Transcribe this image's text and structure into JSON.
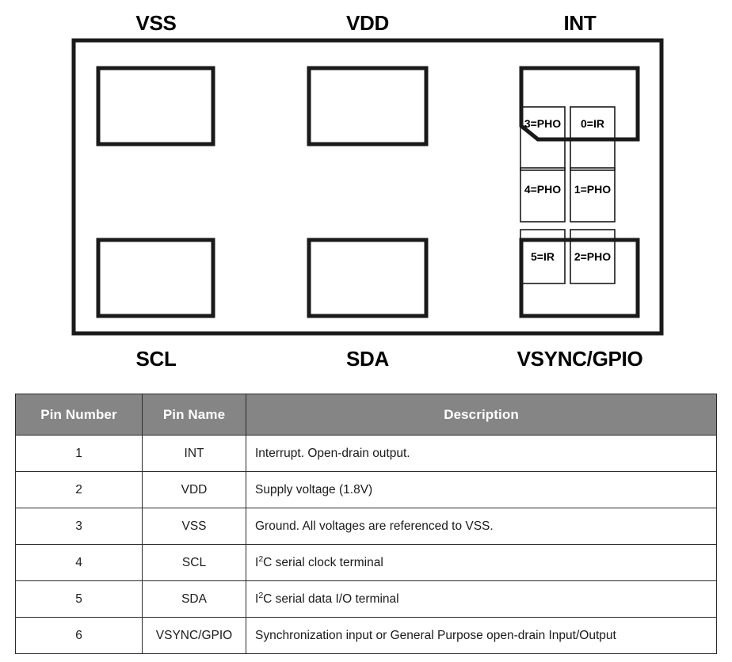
{
  "diagram": {
    "title_labels_top": [
      "VSS",
      "VDD",
      "INT"
    ],
    "title_labels_bottom": [
      "SCL",
      "SDA",
      "VSYNC/GPIO"
    ],
    "package_outline": {
      "label": "package-outline"
    },
    "pads": [
      {
        "name": "pad-vss-top-left",
        "label": ""
      },
      {
        "name": "pad-vdd-top-middle",
        "label": ""
      },
      {
        "name": "pad-int-top-right",
        "label": ""
      },
      {
        "name": "pad-scl-bottom-left",
        "label": ""
      },
      {
        "name": "pad-sda-bottom-middle",
        "label": ""
      },
      {
        "name": "pad-vsync-bottom-right",
        "label": ""
      }
    ],
    "zone_cells": [
      {
        "id": "cell-3",
        "label": "3=PHO"
      },
      {
        "id": "cell-0",
        "label": "0=IR"
      },
      {
        "id": "cell-4",
        "label": "4=PHO"
      },
      {
        "id": "cell-1",
        "label": "1=PHO"
      },
      {
        "id": "cell-5",
        "label": "5=IR"
      },
      {
        "id": "cell-2",
        "label": "2=PHO"
      }
    ]
  },
  "pin_table": {
    "headers": [
      "Pin Number",
      "Pin Name",
      "Description"
    ],
    "rows": [
      {
        "number": "1",
        "name": "INT",
        "description": "Interrupt. Open-drain output.",
        "desc_prefix": "",
        "desc_sup": "",
        "desc_suffix": "Interrupt. Open-drain output."
      },
      {
        "number": "2",
        "name": "VDD",
        "description": "Supply voltage (1.8V)",
        "desc_prefix": "",
        "desc_sup": "",
        "desc_suffix": "Supply voltage (1.8V)"
      },
      {
        "number": "3",
        "name": "VSS",
        "description": "Ground. All voltages are referenced to VSS.",
        "desc_prefix": "",
        "desc_sup": "",
        "desc_suffix": "Ground. All voltages are referenced to VSS."
      },
      {
        "number": "4",
        "name": "SCL",
        "description": "I2C serial clock terminal",
        "desc_prefix": "I",
        "desc_sup": "2",
        "desc_suffix": "C serial clock terminal"
      },
      {
        "number": "5",
        "name": "SDA",
        "description": "I2C serial data I/O terminal",
        "desc_prefix": "I",
        "desc_sup": "2",
        "desc_suffix": "C serial data I/O terminal"
      },
      {
        "number": "6",
        "name": "VSYNC/GPIO",
        "description": "Synchronization input or General Purpose open-drain Input/Output",
        "desc_prefix": "",
        "desc_sup": "",
        "desc_suffix": "Synchronization input or General Purpose open-drain Input/Output"
      }
    ]
  },
  "colors": {
    "header_bg": "#858585",
    "header_text": "#ffffff",
    "line": "#1a1a1a",
    "background": "#ffffff"
  }
}
